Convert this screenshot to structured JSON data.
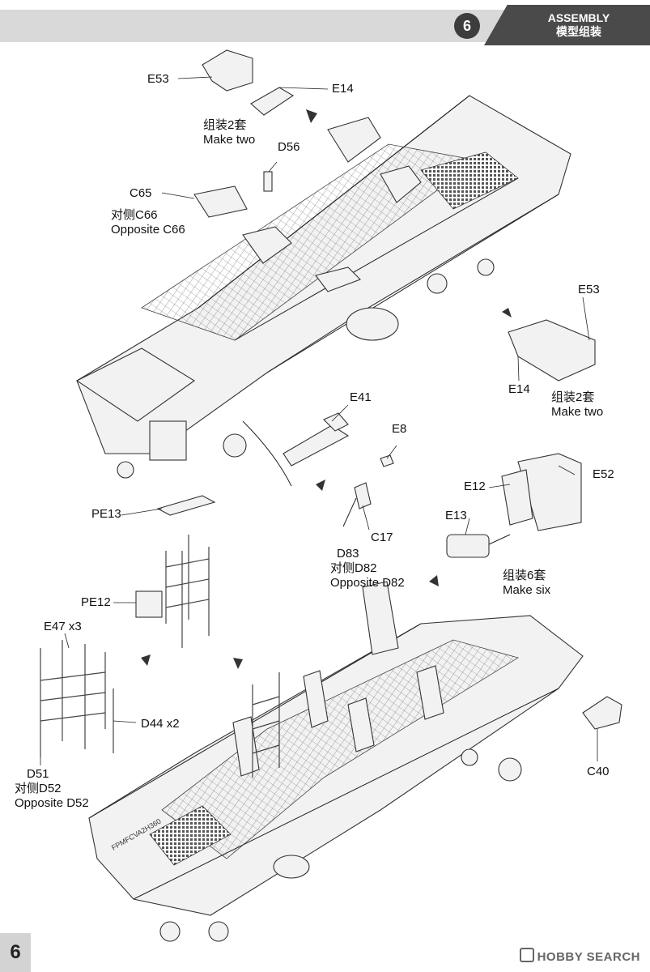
{
  "header": {
    "step_number": "6",
    "title_en": "ASSEMBLY",
    "title_cn": "模型组装"
  },
  "labels": {
    "e53_top": "E53",
    "e14_top": "E14",
    "make_two_cn_top": "组装2套",
    "make_two_en_top": "Make two",
    "d56": "D56",
    "c65": "C65",
    "opp_c66_cn": "对侧C66",
    "opp_c66_en": "Opposite C66",
    "e53_right": "E53",
    "e14_right": "E14",
    "make_two_cn_right": "组装2套",
    "make_two_en_right": "Make two",
    "e41": "E41",
    "e8": "E8",
    "e52": "E52",
    "e12": "E12",
    "e13": "E13",
    "c17": "C17",
    "d83": "D83",
    "opp_d82_cn": "对侧D82",
    "opp_d82_en": "Opposite D82",
    "make_six_cn": "组装6套",
    "make_six_en": "Make six",
    "pe13": "PE13",
    "pe12": "PE12",
    "e47": "E47",
    "e47_qty": "x3",
    "d44": "D44",
    "d44_qty": "x2",
    "d51": "D51",
    "opp_d52_cn": "对侧D52",
    "opp_d52_en": "Opposite D52",
    "c40": "C40",
    "hull_marking": "FPMFCVA2H360"
  },
  "footer": {
    "page_number": "6",
    "brand": "HOBBY SEARCH"
  }
}
